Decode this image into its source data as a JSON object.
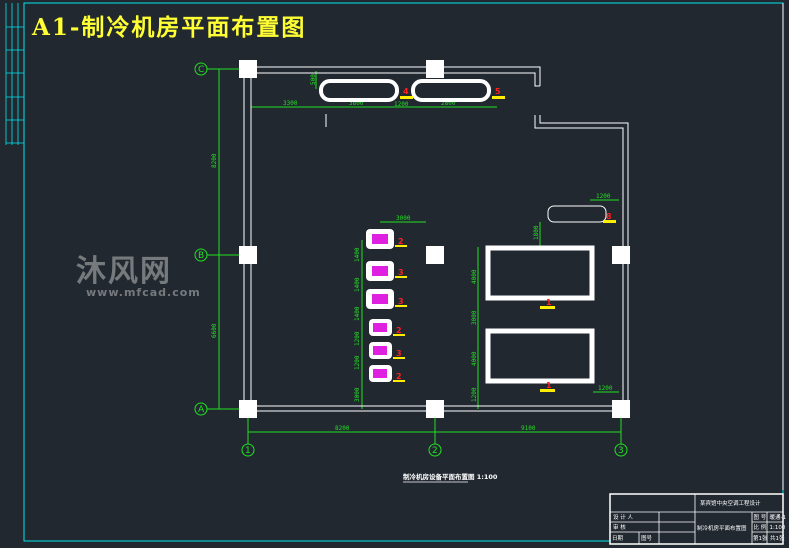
{
  "title": "A1-制冷机房平面布置图",
  "watermark": {
    "brand": "沐风网",
    "url": "www.mfcad.com"
  },
  "axes": {
    "rows": [
      "C",
      "B",
      "A"
    ],
    "columns": [
      "1",
      "2",
      "3"
    ]
  },
  "dimensions": {
    "vertical_left": [
      "8200",
      "6600"
    ],
    "horizontal_bottom": [
      "8200",
      "9100"
    ],
    "top_row": [
      "3300",
      "3800",
      "1200",
      "2800"
    ],
    "top_offset": "500",
    "pump_spacing": [
      "1400",
      "1400",
      "1400",
      "1200",
      "1200",
      "3000"
    ],
    "pump_width": "3000",
    "chiller_stack": [
      "1800",
      "4000",
      "3000",
      "4000",
      "1200"
    ],
    "right": [
      "1200",
      "1200"
    ]
  },
  "equipment_tags": {
    "chillers": [
      "1",
      "1"
    ],
    "pumps": [
      "2",
      "3",
      "3",
      "2",
      "3",
      "2"
    ],
    "tanks": [
      "4",
      "5"
    ],
    "vessel": "8"
  },
  "caption": "制冷机房设备平面布置图 1:100",
  "title_block": {
    "project": "某宾馆中央空调工程设计",
    "drawing_name": "制冷机房平面布置图",
    "designer": "设 计 人",
    "reviewer": "审  核",
    "date_label": "日期",
    "blank": "图号",
    "drawing_no_label": "图 号",
    "drawing_no": "暖通-1",
    "scale_label": "比 例",
    "scale": "1:100",
    "sheet": "第1张",
    "total": "共1张"
  },
  "colors": {
    "background": "#212830",
    "frame": "#00e5ee",
    "dimension": "#22e022",
    "title": "#ffff33",
    "tag": "#ff2020"
  }
}
